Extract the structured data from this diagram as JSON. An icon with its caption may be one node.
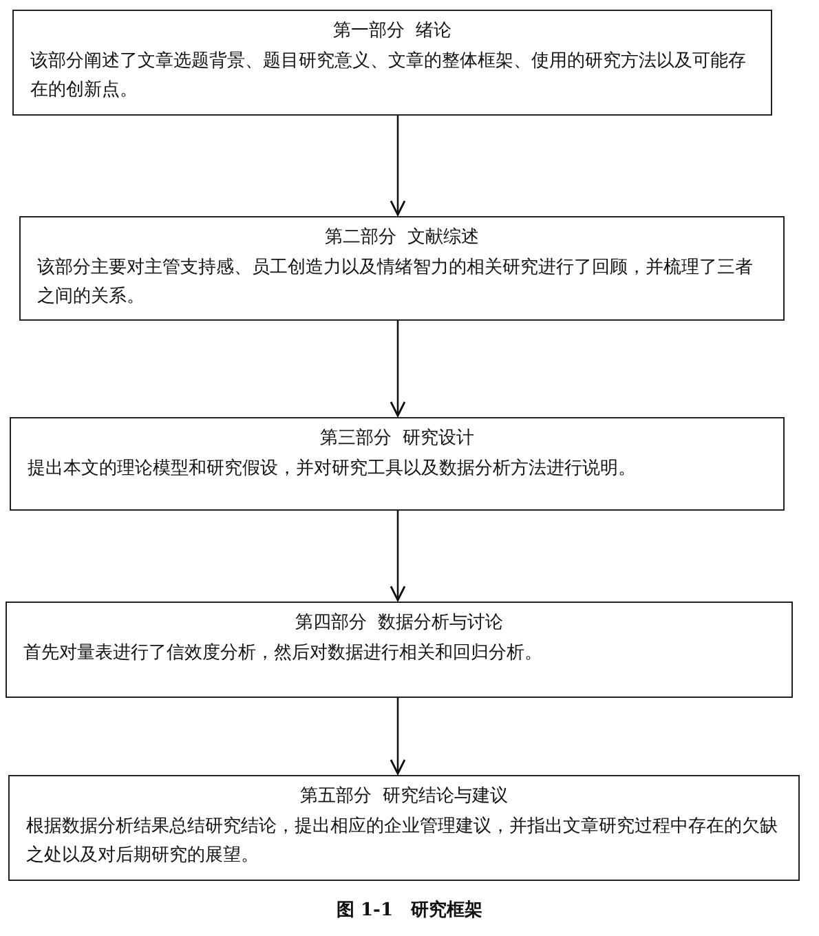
{
  "diagram": {
    "caption": "图 1-1　研究框架",
    "nodes": [
      {
        "text": [
          "第一部分  绪论",
          "该部分阐述了文章选题背景、题目研究意义、文章的整体框架、使用的研究方法以及可能存在的创新点。"
        ]
      },
      {
        "text": [
          "第二部分  文献综述",
          "该部分主要对主管支持感、员工创造力以及情绪智力的相关研究进行了回顾，并梳理了三者之间的关系。"
        ]
      },
      {
        "text": [
          "第三部分  研究设计",
          "提出本文的理论模型和研究假设，并对研究工具以及数据分析方法进行说明。"
        ]
      },
      {
        "text": [
          "第四部分  数据分析与讨论",
          "首先对量表进行了信效度分析，然后对数据进行相关和回归分析。"
        ]
      },
      {
        "text": [
          "第五部分  研究结论与建议",
          "根据数据分析结果总结研究结论，提出相应的企业管理建议，并指出文章研究过程中存在的欠缺之处以及对后期研究的展望。"
        ]
      }
    ],
    "edges": [
      {
        "from": 0,
        "to": 1,
        "arrow": "to"
      },
      {
        "from": 1,
        "to": 2,
        "arrow": "to"
      },
      {
        "from": 2,
        "to": 3,
        "arrow": "to"
      },
      {
        "from": 3,
        "to": 4,
        "arrow": "to"
      }
    ]
  }
}
